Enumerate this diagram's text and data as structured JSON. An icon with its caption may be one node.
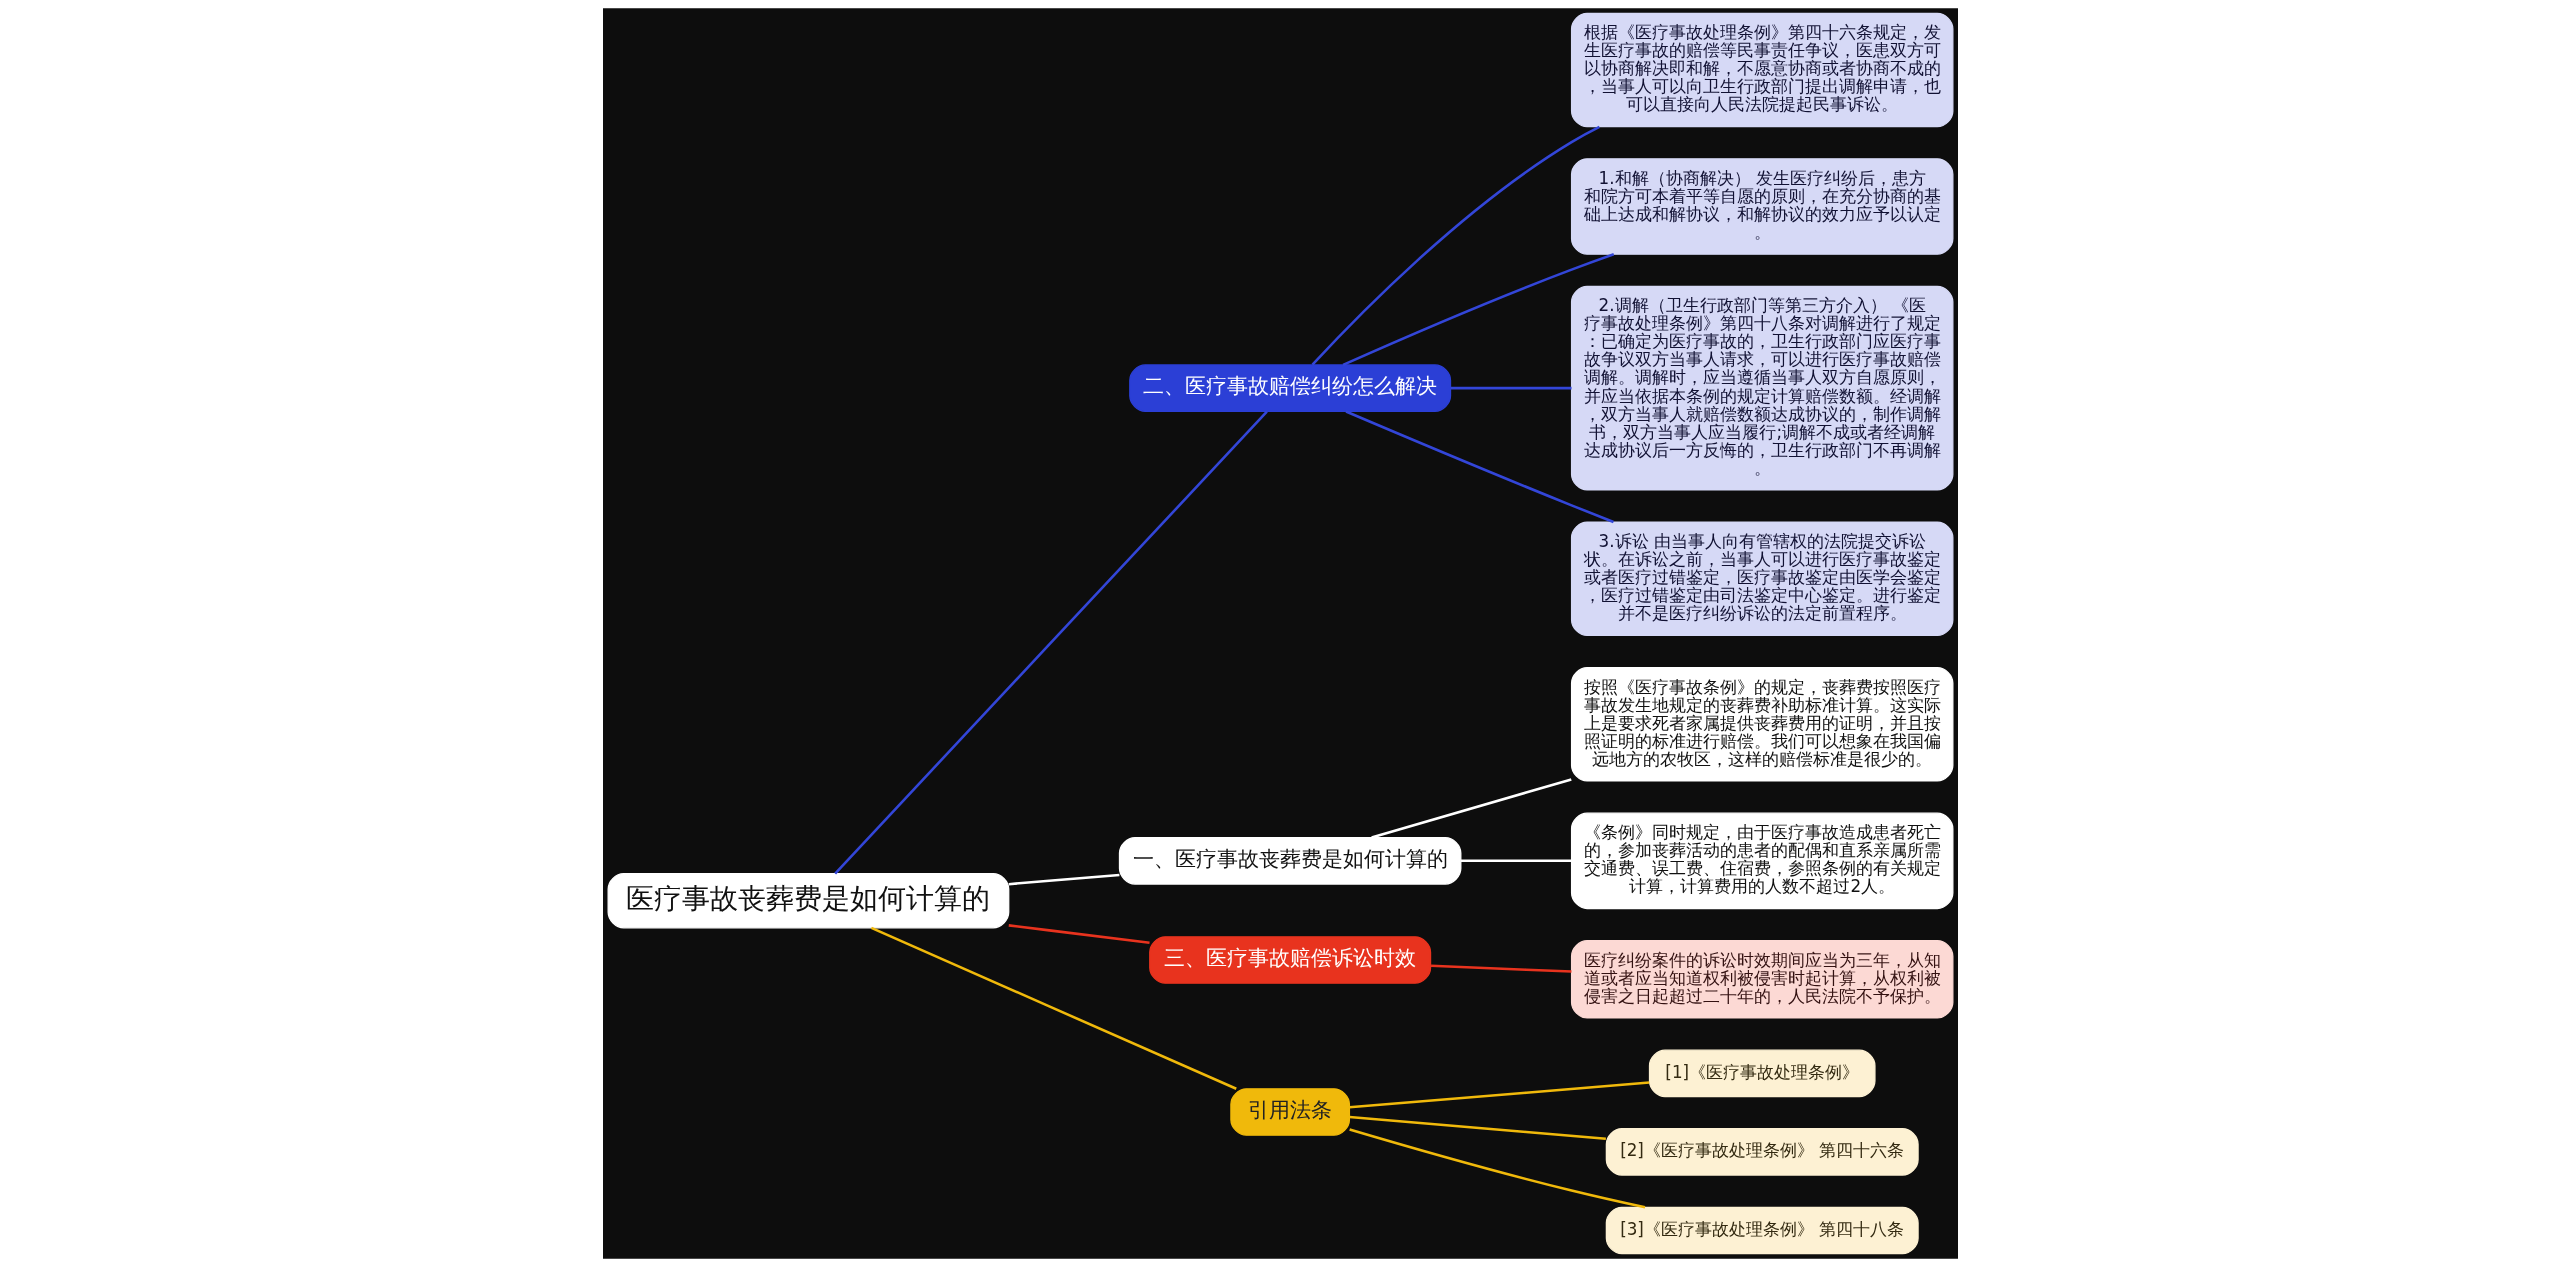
{
  "diagram": {
    "nodes": [
      {
        "text": [
          "医疗事故丧葬费是如何计算的"
        ]
      },
      {
        "text": [
          "二、医疗事故赔偿纠纷怎么解决"
        ]
      },
      {
        "text": [
          "根据《医疗事故处理条例》第四十六条规定，发生医疗事故的赔偿等民事责任争议，医患双方可以协商解决即和解，不愿意协商或者协商不成的，当事人可以向卫生行政部门提出调解申请，也可以直接向人民法院提起民事诉讼。"
        ]
      },
      {
        "text": [
          "1.和解（协商解决） 发生医疗纠纷后，患方和院方可本着平等自愿的原则，在充分协商的基础上达成和解协议，和解协议的效力应予以认定。"
        ]
      },
      {
        "text": [
          "2.调解（卫生行政部门等第三方介入） 《医疗事故处理条例》第四十八条对调解进行了规定：已确定为医疗事故的，卫生行政部门应医疗事故争议双方当事人请求，可以进行医疗事故赔偿调解。调解时，应当遵循当事人双方自愿原则，并应当依据本条例的规定计算赔偿数额。经调解，双方当事人就赔偿数额达成协议的，制作调解书，双方当事人应当履行;调解不成或者经调解达成协议后一方反悔的，卫生行政部门不再调解。"
        ]
      },
      {
        "text": [
          "3.诉讼 由当事人向有管辖权的法院提交诉讼状。在诉讼之前，当事人可以进行医疗事故鉴定或者医疗过错鉴定，医疗事故鉴定由医学会鉴定，医疗过错鉴定由司法鉴定中心鉴定。进行鉴定并不是医疗纠纷诉讼的法定前置程序。"
        ]
      },
      {
        "text": [
          "一、医疗事故丧葬费是如何计算的"
        ]
      },
      {
        "text": [
          "按照《医疗事故条例》的规定，丧葬费按照医疗事故发生地规定的丧葬费补助标准计算。这实际上是要求死者家属提供丧葬费用的证明，并且按照证明的标准进行赔偿。我们可以想象在我国偏远地方的农牧区，这样的赔偿标准是很少的。"
        ]
      },
      {
        "text": [
          "《条例》同时规定，由于医疗事故造成患者死亡的，参加丧葬活动的患者的配偶和直系亲属所需交通费、误工费、住宿费，参照条例的有关规定计算，计算费用的人数不超过2人。"
        ]
      },
      {
        "text": [
          "三、医疗事故赔偿诉讼时效"
        ]
      },
      {
        "text": [
          "医疗纠纷案件的诉讼时效期间应当为三年，从知道或者应当知道权利被侵害时起计算，从权利被侵害之日起超过二十年的，人民法院不予保护。"
        ]
      },
      {
        "text": [
          "引用法条"
        ]
      },
      {
        "text": [
          "[1]《医疗事故处理条例》"
        ]
      },
      {
        "text": [
          "[2]《医疗事故处理条例》 第四十六条"
        ]
      },
      {
        "text": [
          "[3]《医疗事故处理条例》 第四十八条"
        ]
      }
    ],
    "edges": [
      {
        "from": 0,
        "to": 1,
        "arrow": "none",
        "color": "#3346d8"
      },
      {
        "from": 1,
        "to": 2,
        "arrow": "none",
        "color": "#3346d8"
      },
      {
        "from": 1,
        "to": 3,
        "arrow": "none",
        "color": "#3346d8"
      },
      {
        "from": 1,
        "to": 4,
        "arrow": "none",
        "color": "#3346d8"
      },
      {
        "from": 1,
        "to": 5,
        "arrow": "none",
        "color": "#3346d8"
      },
      {
        "from": 0,
        "to": 6,
        "arrow": "none",
        "color": "#ffffff"
      },
      {
        "from": 6,
        "to": 7,
        "arrow": "none",
        "color": "#ffffff"
      },
      {
        "from": 6,
        "to": 8,
        "arrow": "none",
        "color": "#ffffff"
      },
      {
        "from": 0,
        "to": 9,
        "arrow": "none",
        "color": "#e8331e"
      },
      {
        "from": 9,
        "to": 10,
        "arrow": "none",
        "color": "#e8331e"
      },
      {
        "from": 0,
        "to": 11,
        "arrow": "none",
        "color": "#f0b90b"
      },
      {
        "from": 11,
        "to": 12,
        "arrow": "none",
        "color": "#f0b90b"
      },
      {
        "from": 11,
        "to": 13,
        "arrow": "none",
        "color": "#f0b90b"
      },
      {
        "from": 11,
        "to": 14,
        "arrow": "none",
        "color": "#f0b90b"
      }
    ]
  }
}
